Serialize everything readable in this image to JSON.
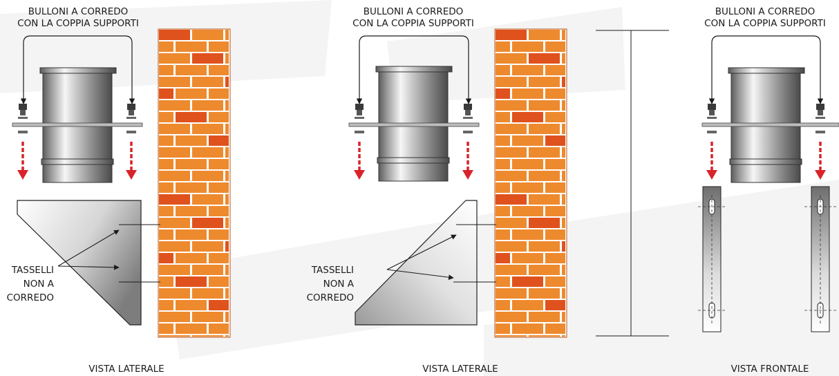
{
  "panels": [
    {
      "bolts_line1": "BULLONI A CORREDO",
      "bolts_line2": "CON LA COPPIA SUPPORTI",
      "anchors_line1": "TASSELLI",
      "anchors_line2": "NON A",
      "anchors_line3": "CORREDO",
      "caption": "VISTA LATERALE"
    },
    {
      "bolts_line1": "BULLONI A CORREDO",
      "bolts_line2": "CON LA COPPIA SUPPORTI",
      "anchors_line1": "TASSELLI",
      "anchors_line2": "NON A",
      "anchors_line3": "CORREDO",
      "caption": "VISTA LATERALE"
    },
    {
      "bolts_line1": "BULLONI A CORREDO",
      "bolts_line2": "CON LA COPPIA SUPPORTI",
      "caption": "VISTA FRONTALE"
    }
  ],
  "colors": {
    "brick": "#ee8a2e",
    "brick_dark": "#e0521d",
    "mortar": "#ffffff",
    "arrow_red": "#d8232a",
    "steel_dark": "#7a7a7a",
    "steel_light": "#f4f4f4",
    "watermark": "#f2f2f2"
  }
}
